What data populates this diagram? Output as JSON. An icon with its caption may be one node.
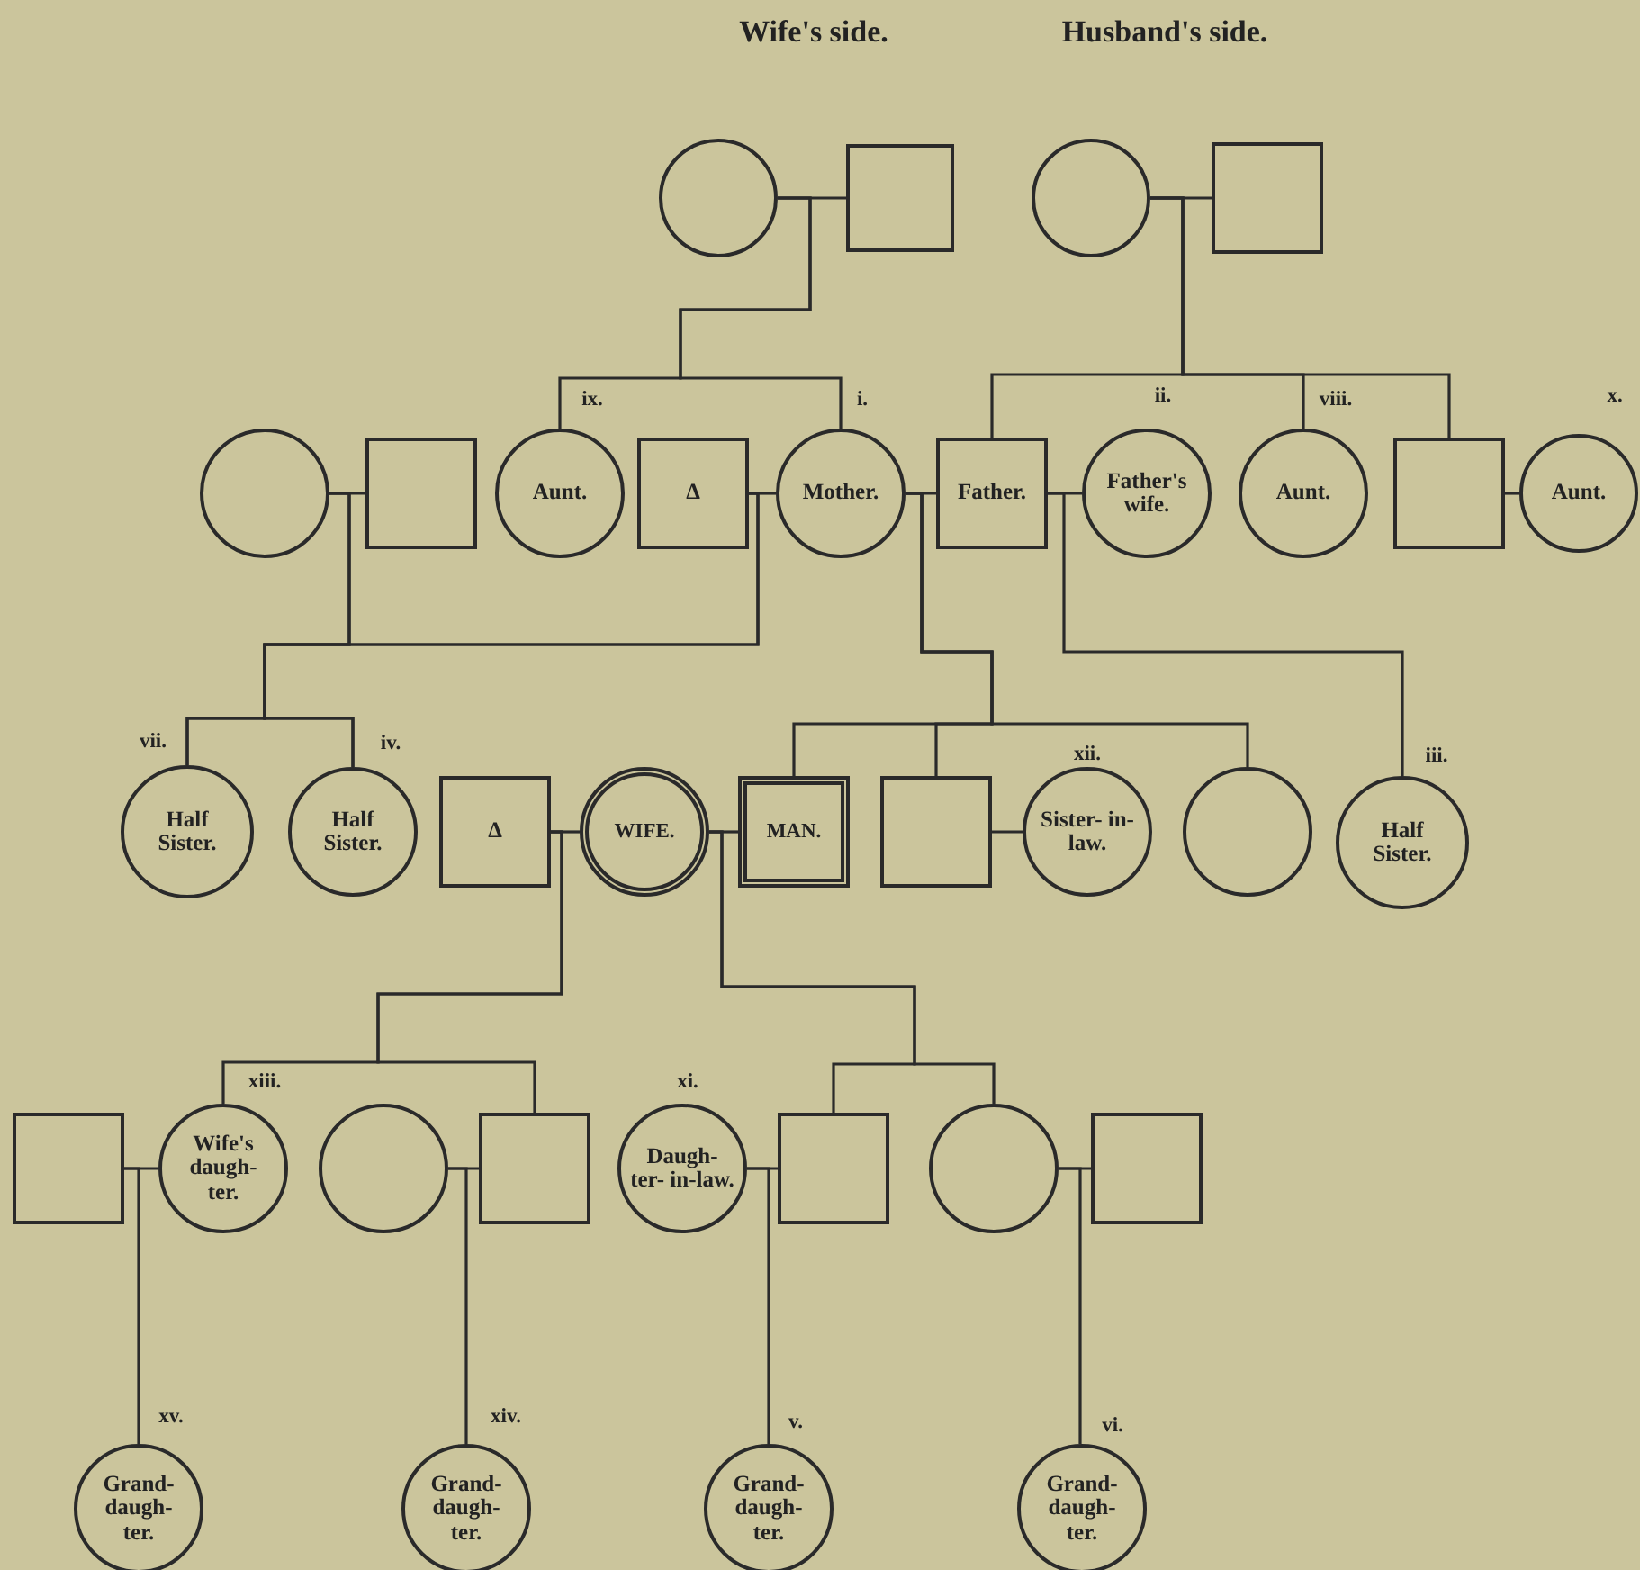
{
  "diagram": {
    "nodes": [
      {
        "text": [],
        "shape": "circle"
      },
      {
        "text": [],
        "shape": "box"
      },
      {
        "text": [],
        "shape": "circle"
      },
      {
        "text": [],
        "shape": "box"
      },
      {
        "text": [],
        "shape": "circle"
      },
      {
        "text": [],
        "shape": "box"
      },
      {
        "text": [
          "Aunt."
        ],
        "beside": [
          "ix."
        ]
      },
      {
        "text": [
          "Δ"
        ]
      },
      {
        "text": [
          "Mother."
        ],
        "beside": [
          "i."
        ]
      },
      {
        "text": [
          "Father."
        ]
      },
      {
        "text": [
          "Father's wife."
        ],
        "beside": [
          "ii."
        ]
      },
      {
        "text": [
          "Aunt."
        ],
        "beside": [
          "viii."
        ]
      },
      {
        "text": [],
        "shape": "box"
      },
      {
        "text": [
          "Aunt."
        ],
        "beside": [
          "x."
        ]
      },
      {
        "text": [
          "Half Sister."
        ],
        "beside": [
          "vii."
        ]
      },
      {
        "text": [
          "Half Sister."
        ],
        "beside": [
          "iv."
        ]
      },
      {
        "text": [
          "Δ"
        ]
      },
      {
        "text": [
          "WIFE."
        ]
      },
      {
        "text": [
          "MAN."
        ]
      },
      {
        "text": [],
        "shape": "box"
      },
      {
        "text": [
          "Sister- in-law."
        ],
        "beside": [
          "xii."
        ]
      },
      {
        "text": [],
        "shape": "circle"
      },
      {
        "text": [
          "Half Sister."
        ],
        "beside": [
          "iii."
        ]
      },
      {
        "text": [],
        "shape": "box"
      },
      {
        "text": [
          "Wife's daugh- ter."
        ],
        "beside": [
          "xiii."
        ]
      },
      {
        "text": [],
        "shape": "circle"
      },
      {
        "text": [],
        "shape": "box"
      },
      {
        "text": [
          "Daugh- ter- in-law."
        ],
        "beside": [
          "xi."
        ]
      },
      {
        "text": [],
        "shape": "box"
      },
      {
        "text": [],
        "shape": "circle"
      },
      {
        "text": [],
        "shape": "box"
      },
      {
        "text": [
          "Grand- daugh- ter."
        ],
        "beside": [
          "xv."
        ]
      },
      {
        "text": [
          "Grand- daugh- ter."
        ],
        "beside": [
          "xiv."
        ]
      },
      {
        "text": [
          "Grand- daugh- ter."
        ],
        "beside": [
          "v."
        ]
      },
      {
        "text": [
          "Grand- daugh- ter."
        ],
        "beside": [
          "vi."
        ]
      }
    ],
    "edges": [
      {
        "from": 0,
        "to": 1,
        "arrow": "none"
      },
      {
        "from": 2,
        "to": 3,
        "arrow": "none"
      },
      {
        "from": 0,
        "to": 6,
        "arrow": "none"
      },
      {
        "from": 0,
        "to": 8,
        "arrow": "none"
      },
      {
        "from": 2,
        "to": 9,
        "arrow": "none"
      },
      {
        "from": 2,
        "to": 11,
        "arrow": "none"
      },
      {
        "from": 2,
        "to": 12,
        "arrow": "none"
      },
      {
        "from": 4,
        "to": 5,
        "arrow": "none"
      },
      {
        "from": 7,
        "to": 8,
        "arrow": "none"
      },
      {
        "from": 8,
        "to": 9,
        "arrow": "none"
      },
      {
        "from": 9,
        "to": 10,
        "arrow": "none"
      },
      {
        "from": 12,
        "to": 13,
        "arrow": "none"
      },
      {
        "from": 4,
        "to": 14,
        "arrow": "none"
      },
      {
        "from": 4,
        "to": 15,
        "arrow": "none"
      },
      {
        "from": 7,
        "to": 14,
        "arrow": "none"
      },
      {
        "from": 7,
        "to": 15,
        "arrow": "none"
      },
      {
        "from": 8,
        "to": 18,
        "arrow": "none"
      },
      {
        "from": 8,
        "to": 19,
        "arrow": "none"
      },
      {
        "from": 8,
        "to": 21,
        "arrow": "none"
      },
      {
        "from": 9,
        "to": 22,
        "arrow": "none"
      },
      {
        "from": 16,
        "to": 17,
        "arrow": "none"
      },
      {
        "from": 17,
        "to": 18,
        "arrow": "none"
      },
      {
        "from": 19,
        "to": 20,
        "arrow": "none"
      },
      {
        "from": 16,
        "to": 24,
        "arrow": "none"
      },
      {
        "from": 16,
        "to": 26,
        "arrow": "none"
      },
      {
        "from": 17,
        "to": 28,
        "arrow": "none"
      },
      {
        "from": 17,
        "to": 29,
        "arrow": "none"
      },
      {
        "from": 23,
        "to": 24,
        "arrow": "none"
      },
      {
        "from": 25,
        "to": 26,
        "arrow": "none"
      },
      {
        "from": 27,
        "to": 28,
        "arrow": "none"
      },
      {
        "from": 29,
        "to": 30,
        "arrow": "none"
      },
      {
        "from": 23,
        "to": 31,
        "arrow": "none"
      },
      {
        "from": 25,
        "to": 32,
        "arrow": "none"
      },
      {
        "from": 27,
        "to": 33,
        "arrow": "none"
      },
      {
        "from": 29,
        "to": 34,
        "arrow": "none"
      }
    ],
    "labels": [
      "Wife's side.",
      "Husband's side."
    ]
  }
}
